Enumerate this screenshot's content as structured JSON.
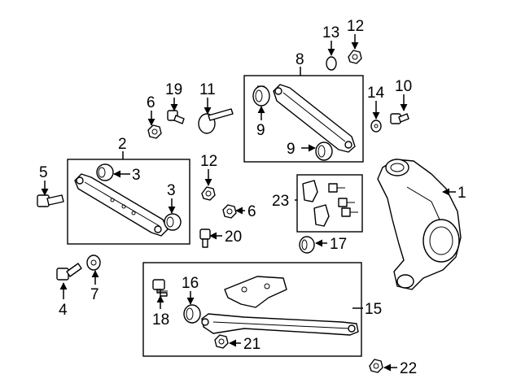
{
  "diagram": {
    "callouts": {
      "c1": "1",
      "c2": "2",
      "c3a": "3",
      "c3b": "3",
      "c4": "4",
      "c5": "5",
      "c6a": "6",
      "c6b": "6",
      "c7": "7",
      "c8": "8",
      "c9a": "9",
      "c9b": "9",
      "c10": "10",
      "c11": "11",
      "c12a": "12",
      "c12b": "12",
      "c13": "13",
      "c14": "14",
      "c15": "15",
      "c16": "16",
      "c17": "17",
      "c18": "18",
      "c19": "19",
      "c20": "20",
      "c21": "21",
      "c22": "22",
      "c23": "23"
    }
  }
}
